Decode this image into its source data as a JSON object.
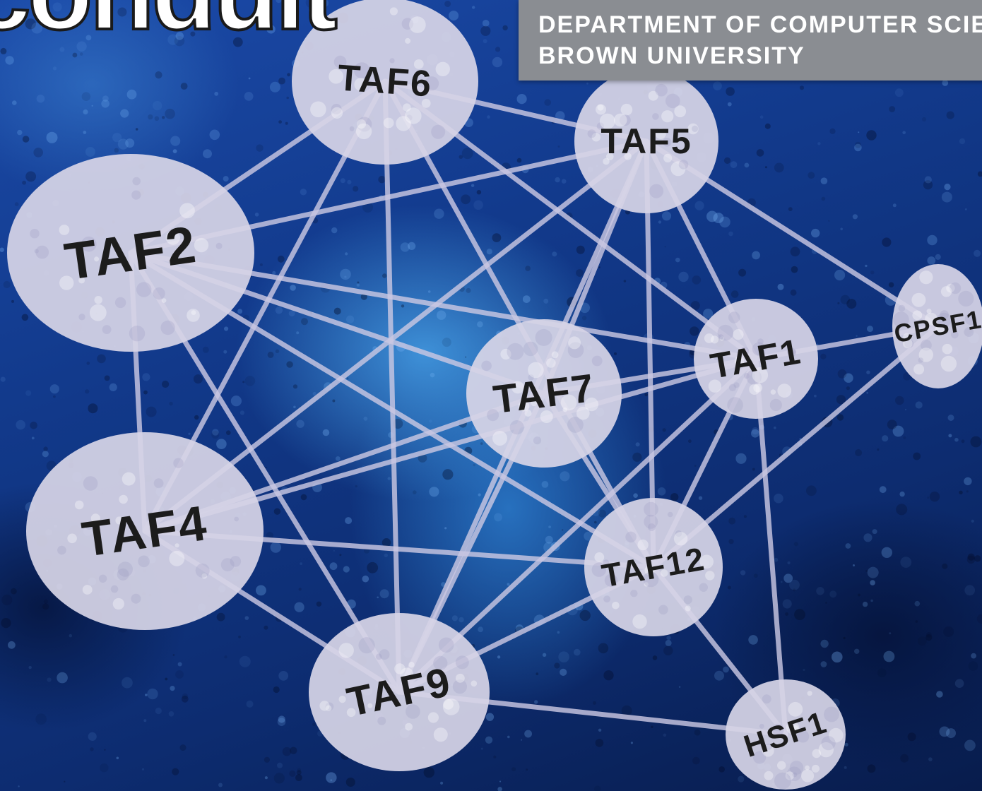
{
  "masthead": {
    "title": "conduit"
  },
  "department_banner": {
    "line1": "DEPARTMENT OF COMPUTER SCIENCE",
    "line2": "BROWN UNIVERSITY"
  },
  "network": {
    "node_color": "#d6d4e6",
    "edge_color": "#c9c7e2",
    "label_color": "#1c1c1c",
    "background_accent": "#1b4aa8",
    "nodes": [
      {
        "id": "TAF6",
        "label": "TAF6"
      },
      {
        "id": "TAF5",
        "label": "TAF5"
      },
      {
        "id": "TAF2",
        "label": "TAF2"
      },
      {
        "id": "TAF7",
        "label": "TAF7"
      },
      {
        "id": "TAF1",
        "label": "TAF1"
      },
      {
        "id": "CPSF1",
        "label": "CPSF1"
      },
      {
        "id": "TAF4",
        "label": "TAF4"
      },
      {
        "id": "TAF12",
        "label": "TAF12"
      },
      {
        "id": "TAF9",
        "label": "TAF9"
      },
      {
        "id": "HSF1",
        "label": "HSF1"
      }
    ],
    "edges": [
      [
        "TAF6",
        "TAF5"
      ],
      [
        "TAF6",
        "TAF2"
      ],
      [
        "TAF6",
        "TAF4"
      ],
      [
        "TAF6",
        "TAF9"
      ],
      [
        "TAF6",
        "TAF1"
      ],
      [
        "TAF6",
        "TAF12"
      ],
      [
        "TAF5",
        "TAF2"
      ],
      [
        "TAF5",
        "TAF4"
      ],
      [
        "TAF5",
        "TAF9"
      ],
      [
        "TAF5",
        "TAF7"
      ],
      [
        "TAF5",
        "TAF1"
      ],
      [
        "TAF5",
        "TAF12"
      ],
      [
        "TAF5",
        "CPSF1"
      ],
      [
        "TAF2",
        "TAF4"
      ],
      [
        "TAF2",
        "TAF7"
      ],
      [
        "TAF2",
        "TAF1"
      ],
      [
        "TAF2",
        "TAF12"
      ],
      [
        "TAF2",
        "TAF9"
      ],
      [
        "TAF7",
        "TAF1"
      ],
      [
        "TAF7",
        "TAF4"
      ],
      [
        "TAF7",
        "TAF9"
      ],
      [
        "TAF7",
        "TAF12"
      ],
      [
        "TAF1",
        "CPSF1"
      ],
      [
        "TAF1",
        "TAF4"
      ],
      [
        "TAF1",
        "TAF9"
      ],
      [
        "TAF1",
        "TAF12"
      ],
      [
        "TAF1",
        "HSF1"
      ],
      [
        "CPSF1",
        "TAF12"
      ],
      [
        "TAF4",
        "TAF12"
      ],
      [
        "TAF4",
        "TAF9"
      ],
      [
        "TAF12",
        "TAF9"
      ],
      [
        "TAF12",
        "HSF1"
      ],
      [
        "TAF9",
        "HSF1"
      ]
    ]
  }
}
